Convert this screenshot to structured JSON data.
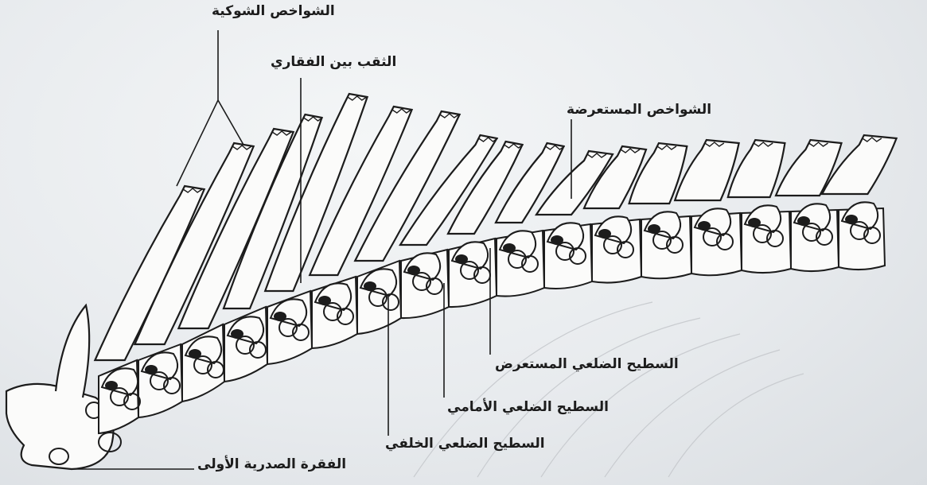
{
  "labels": {
    "spinous_processes": "الشواخص الشوكية",
    "interspinous_space": "الثقب بين الفقاري",
    "transverse_processes": "الشواخص المستعرضة",
    "transverse_costal_facet": "السطيح الضلعي المستعرض",
    "anterior_costal_facet": "السطيح الضلعي الأمامي",
    "posterior_costal_facet": "السطيح الضلعي الخلفي",
    "first_thoracic_vertebra": "الفقرة الصدرية الأولى"
  },
  "colors": {
    "ink": "#1c1c1c",
    "paper": "#eef0f2",
    "bone": "#fbfbfa"
  }
}
